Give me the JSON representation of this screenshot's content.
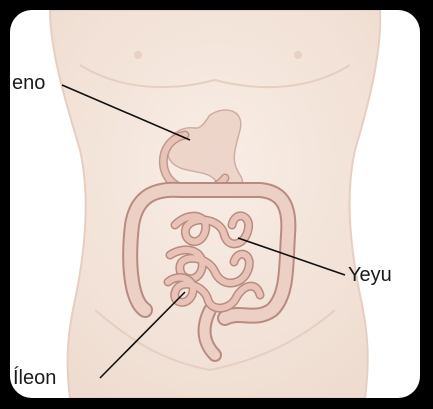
{
  "diagram": {
    "labels": {
      "duodeno": "eno",
      "yeyuno": "Yeyu",
      "ileon": "Íleon"
    },
    "colors": {
      "frame_background": "#000000",
      "panel_background": "#ffffff",
      "skin": "#f4e6dc",
      "skin_shadow": "#e6cfc0",
      "intestine": "#e9c3b8",
      "intestine_outline": "#b98b80",
      "leader_line": "#111111"
    }
  }
}
